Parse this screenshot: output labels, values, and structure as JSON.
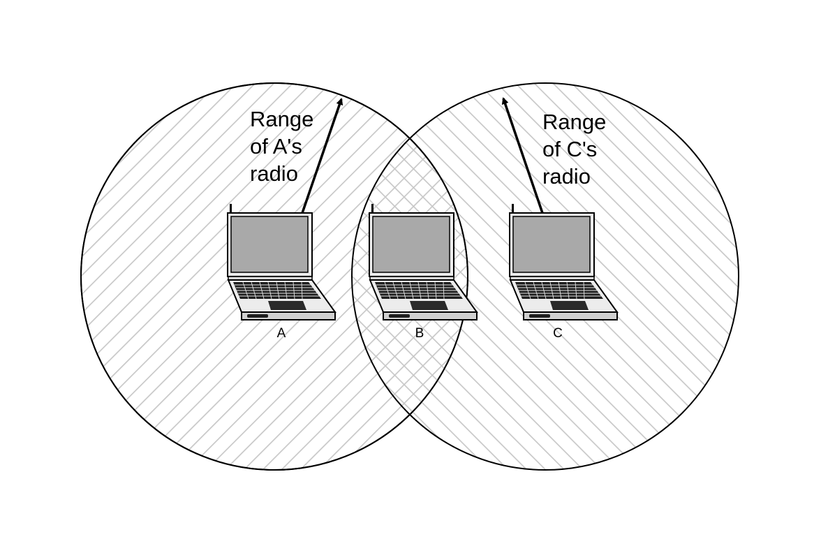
{
  "diagram": {
    "range_a": {
      "line1": "Range",
      "line2": "of A's",
      "line3": "radio"
    },
    "range_c": {
      "line1": "Range",
      "line2": "of C's",
      "line3": "radio"
    },
    "nodes": {
      "a": "A",
      "b": "B",
      "c": "C"
    }
  },
  "colors": {
    "hatch": "#c8c8c8",
    "outline": "#000000",
    "screen": "#a9a9a9",
    "body": "#ececec",
    "key": "#1e1e1e"
  },
  "icons": {
    "laptop": "laptop-icon",
    "arrow": "arrow-icon"
  }
}
